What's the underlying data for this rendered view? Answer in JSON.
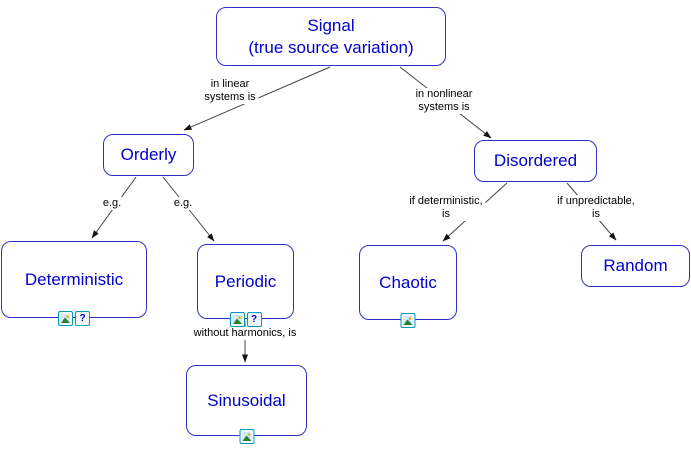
{
  "diagram": {
    "title": "Signal concept map",
    "nodes": {
      "signal": {
        "line1": "Signal",
        "line2": "(true source variation)"
      },
      "orderly": {
        "label": "Orderly"
      },
      "disordered": {
        "label": "Disordered"
      },
      "deterministic": {
        "label": "Deterministic"
      },
      "periodic": {
        "label": "Periodic"
      },
      "chaotic": {
        "label": "Chaotic"
      },
      "random": {
        "label": "Random"
      },
      "sinusoidal": {
        "label": "Sinusoidal"
      }
    },
    "edges": [
      {
        "from": "signal",
        "to": "orderly",
        "label": "in linear systems is"
      },
      {
        "from": "signal",
        "to": "disordered",
        "label": "in nonlinear systems is"
      },
      {
        "from": "orderly",
        "to": "deterministic",
        "label": "e.g."
      },
      {
        "from": "orderly",
        "to": "periodic",
        "label": "e.g."
      },
      {
        "from": "periodic",
        "to": "sinusoidal",
        "label": "without harmonics, is"
      },
      {
        "from": "disordered",
        "to": "chaotic",
        "label": "if deterministic, is"
      },
      {
        "from": "disordered",
        "to": "random",
        "label": "if unpredictable, is"
      }
    ],
    "edge_labels": {
      "linear": {
        "line1": "in linear",
        "line2": "systems is"
      },
      "nonlinear": {
        "line1": "in nonlinear",
        "line2": "systems is"
      },
      "eg1": "e.g.",
      "eg2": "e.g.",
      "deterministic_cond": {
        "line1": "if deterministic,",
        "line2": "is"
      },
      "unpredictable_cond": {
        "line1": "if unpredictable,",
        "line2": "is"
      },
      "harmonics": "without harmonics, is"
    },
    "icons": {
      "question_glyph": "?"
    },
    "colors": {
      "node_border": "#3030c8",
      "node_text": "#0000cd",
      "edge_line": "#444444",
      "edge_label_text": "#000000",
      "icon_border": "#0099bb"
    }
  }
}
